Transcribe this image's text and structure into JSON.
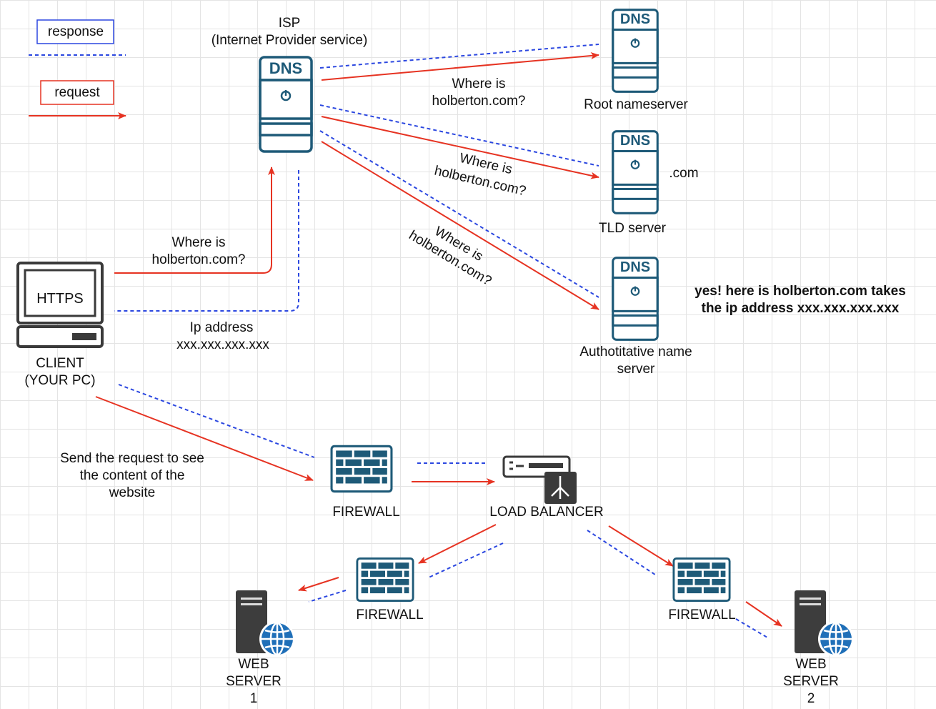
{
  "legend": {
    "response_label": "response",
    "request_label": "request",
    "response_color": "#2b47e0",
    "request_color": "#e63322"
  },
  "isp": {
    "title": "ISP",
    "subtitle": "(Internet Provider service)",
    "badge": "DNS"
  },
  "servers": {
    "root": {
      "badge": "DNS",
      "label": "Root nameserver"
    },
    "tld": {
      "badge": "DNS",
      "label": "TLD server",
      "extra": ".com"
    },
    "auth": {
      "badge": "DNS",
      "label_line1": "Authotitative name",
      "label_line2": "server"
    }
  },
  "client": {
    "screen_text": "HTTPS",
    "label_line1": "CLIENT",
    "label_line2": "(YOUR PC)"
  },
  "edges": {
    "client_to_isp_line1": "Where is",
    "client_to_isp_line2": "holberton.com?",
    "isp_to_client_line1": "Ip address",
    "isp_to_client_line2": "xxx.xxx.xxx.xxx",
    "isp_to_root_line1": "Where is",
    "isp_to_root_line2": "holberton.com?",
    "isp_to_tld_line1": "Where is",
    "isp_to_tld_line2": "holberton.com?",
    "isp_to_auth_line1": "Where is",
    "isp_to_auth_line2": "holberton.com?",
    "client_to_firewall_line1": "Send the request to see",
    "client_to_firewall_line2": "the content of the",
    "client_to_firewall_line3": "website"
  },
  "answer": {
    "line1": "yes! here is holberton.com takes",
    "line2": "the ip address xxx.xxx.xxx.xxx"
  },
  "network": {
    "firewall_main": "FIREWALL",
    "load_balancer": "LOAD BALANCER",
    "firewall_left": "FIREWALL",
    "firewall_right": "FIREWALL",
    "web1_line1": "WEB",
    "web1_line2": "SERVER",
    "web1_line3": "1",
    "web2_line1": "WEB",
    "web2_line2": "SERVER",
    "web2_line3": "2"
  },
  "colors": {
    "dns_teal": "#1e5a78",
    "firewall_blue": "#1e5a78",
    "globe_blue": "#1f6fb8",
    "server_dark": "#3d3d3d"
  }
}
